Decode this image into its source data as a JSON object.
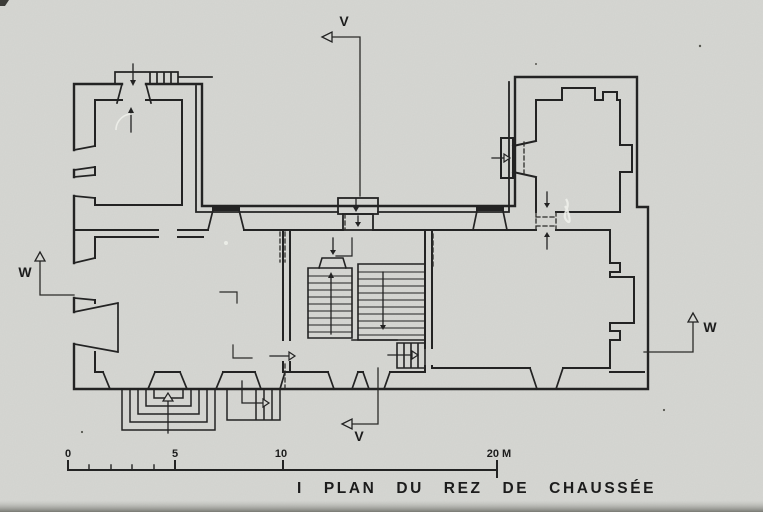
{
  "photo": {
    "caption": "I PLAN DU REZ DE CHAUSSÉE",
    "section_markers": {
      "v": "V",
      "w": "W"
    },
    "scale_bar": {
      "labels": {
        "zero": "0",
        "five": "5",
        "ten": "10",
        "twenty": "20 M"
      },
      "unit": "M"
    },
    "colors": {
      "background": "#d6d7d3",
      "ink": "#232323",
      "photo_edge": "#7e7f7a"
    }
  }
}
